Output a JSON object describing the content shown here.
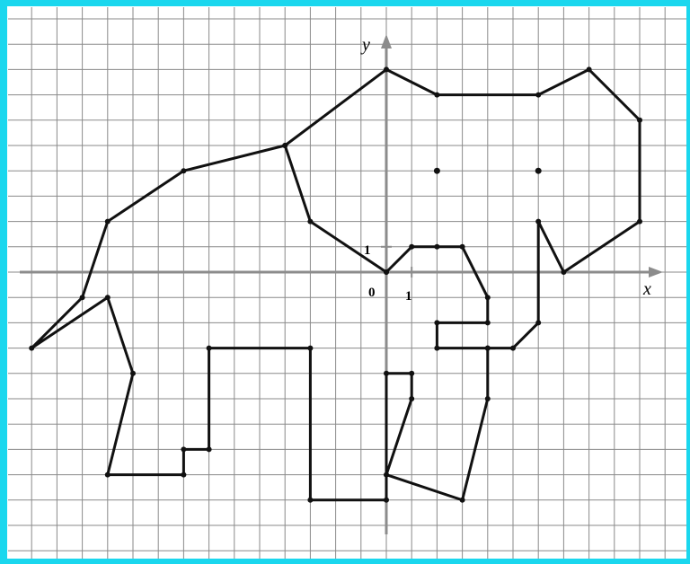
{
  "axes": {
    "x_label": "x",
    "y_label": "y",
    "origin_label": "0",
    "x_unit_label": "1",
    "y_unit_label": "1"
  },
  "colors": {
    "border": "#1ad7ee",
    "grid": "#8a8a8a",
    "axis": "#8c8c8c",
    "outline": "#111111"
  },
  "grid": {
    "x_range": [
      -14,
      11
    ],
    "y_range": [
      -11,
      11
    ]
  },
  "figure": {
    "name": "elephant",
    "outline": [
      [
        0,
        0
      ],
      [
        1,
        1
      ],
      [
        2,
        1
      ],
      [
        3,
        1
      ],
      [
        4,
        -1
      ],
      [
        4,
        -2
      ],
      [
        2,
        -2
      ],
      [
        2,
        -3
      ],
      [
        4,
        -3
      ],
      [
        4,
        -5
      ],
      [
        3,
        -9
      ],
      [
        0,
        -8
      ],
      [
        1,
        -5
      ],
      [
        1,
        -4
      ],
      [
        0,
        -4
      ],
      [
        0,
        -9
      ],
      [
        -3,
        -9
      ],
      [
        -3,
        -3
      ],
      [
        -7,
        -3
      ],
      [
        -7,
        -7
      ],
      [
        -8,
        -7
      ],
      [
        -8,
        -8
      ],
      [
        -11,
        -8
      ],
      [
        -10,
        -4
      ],
      [
        -11,
        -1
      ],
      [
        -14,
        -3
      ],
      [
        -12,
        -1
      ],
      [
        -11,
        2
      ],
      [
        -8,
        4
      ],
      [
        -4,
        5
      ],
      [
        -3,
        2
      ],
      [
        0,
        0
      ]
    ],
    "head": [
      [
        -4,
        5
      ],
      [
        0,
        8
      ],
      [
        2,
        7
      ],
      [
        6,
        7
      ],
      [
        8,
        8
      ],
      [
        10,
        6
      ],
      [
        10,
        2
      ],
      [
        7,
        0
      ],
      [
        6,
        2
      ],
      [
        6,
        -2
      ],
      [
        5,
        -3
      ],
      [
        4,
        -3
      ]
    ],
    "eyes": [
      [
        2,
        4
      ],
      [
        6,
        4
      ]
    ]
  }
}
